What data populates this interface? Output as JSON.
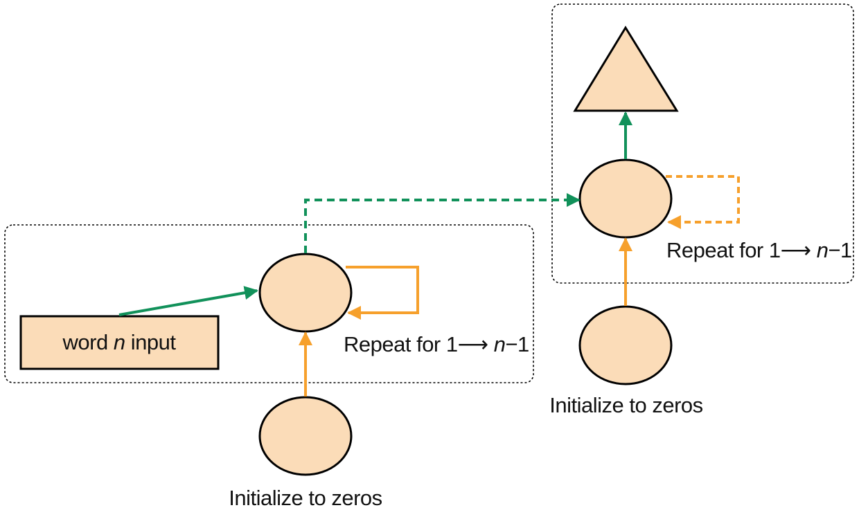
{
  "colors": {
    "node_fill": "#fbdcb8",
    "node_stroke": "#000000",
    "green": "#11915a",
    "orange": "#f6a02c",
    "group_border": "#000000"
  },
  "input_box": {
    "text_before": "word ",
    "text_var": "n",
    "text_after": " input"
  },
  "left_group": {
    "repeat_label": {
      "prefix": "Repeat for 1",
      "arrow": "⟶",
      "space": " ",
      "var": "n",
      "suffix": "−1"
    },
    "init_label": "Initialize to zeros"
  },
  "right_group": {
    "repeat_label": {
      "prefix": "Repeat for 1",
      "arrow": "⟶",
      "space": " ",
      "var": "n",
      "suffix": "−1"
    },
    "init_label": "Initialize to zeros"
  },
  "icons": [
    "output-triangle-icon",
    "arrow-head-icon"
  ]
}
